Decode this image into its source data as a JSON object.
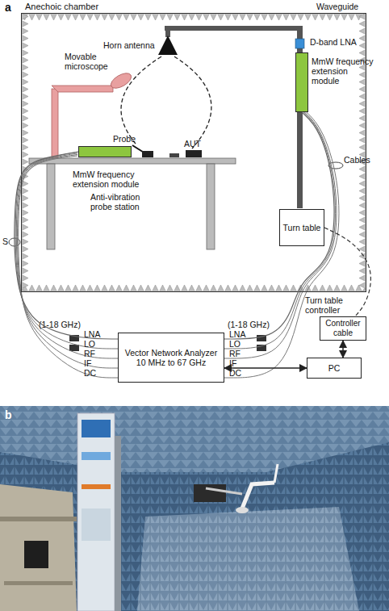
{
  "diagram": {
    "nodes": [
      {
        "text": [
          "Anechoic chamber"
        ]
      },
      {
        "text": [
          "MmW frequency extension module"
        ],
        "in": 0
      },
      {
        "text": [
          "Turn table"
        ],
        "in": 0
      },
      {
        "text": [
          "MmW frequency extension module"
        ],
        "in": 0
      },
      {
        "text": [
          "Vector Network Analyzer 10 MHz to 67 GHz"
        ]
      },
      {
        "text": [
          "PC"
        ]
      },
      {
        "text": [
          "Controller cable"
        ]
      }
    ],
    "edges": [
      {
        "from": 4,
        "to": 3,
        "arrow": "none"
      },
      {
        "from": 4,
        "to": 1,
        "arrow": "none"
      },
      {
        "from": 2,
        "to": 6,
        "arrow": "none"
      },
      {
        "from": 6,
        "to": 5,
        "arrow": "both"
      },
      {
        "from": 4,
        "to": 5,
        "arrow": "both"
      }
    ],
    "labels": [
      "a",
      "Waveguide",
      "D-band LNA",
      "Horn antenna",
      "Movable microscope",
      "Probe",
      "AUT",
      "Cables",
      "Anti-vibration probe station",
      "S",
      "Turn table controller",
      "(1-18 GHz)",
      "LNA",
      "LO",
      "RF",
      "IF",
      "DC",
      "(1-18 GHz)",
      "LNA",
      "LO",
      "RF",
      "IF",
      "DC",
      "b"
    ]
  }
}
